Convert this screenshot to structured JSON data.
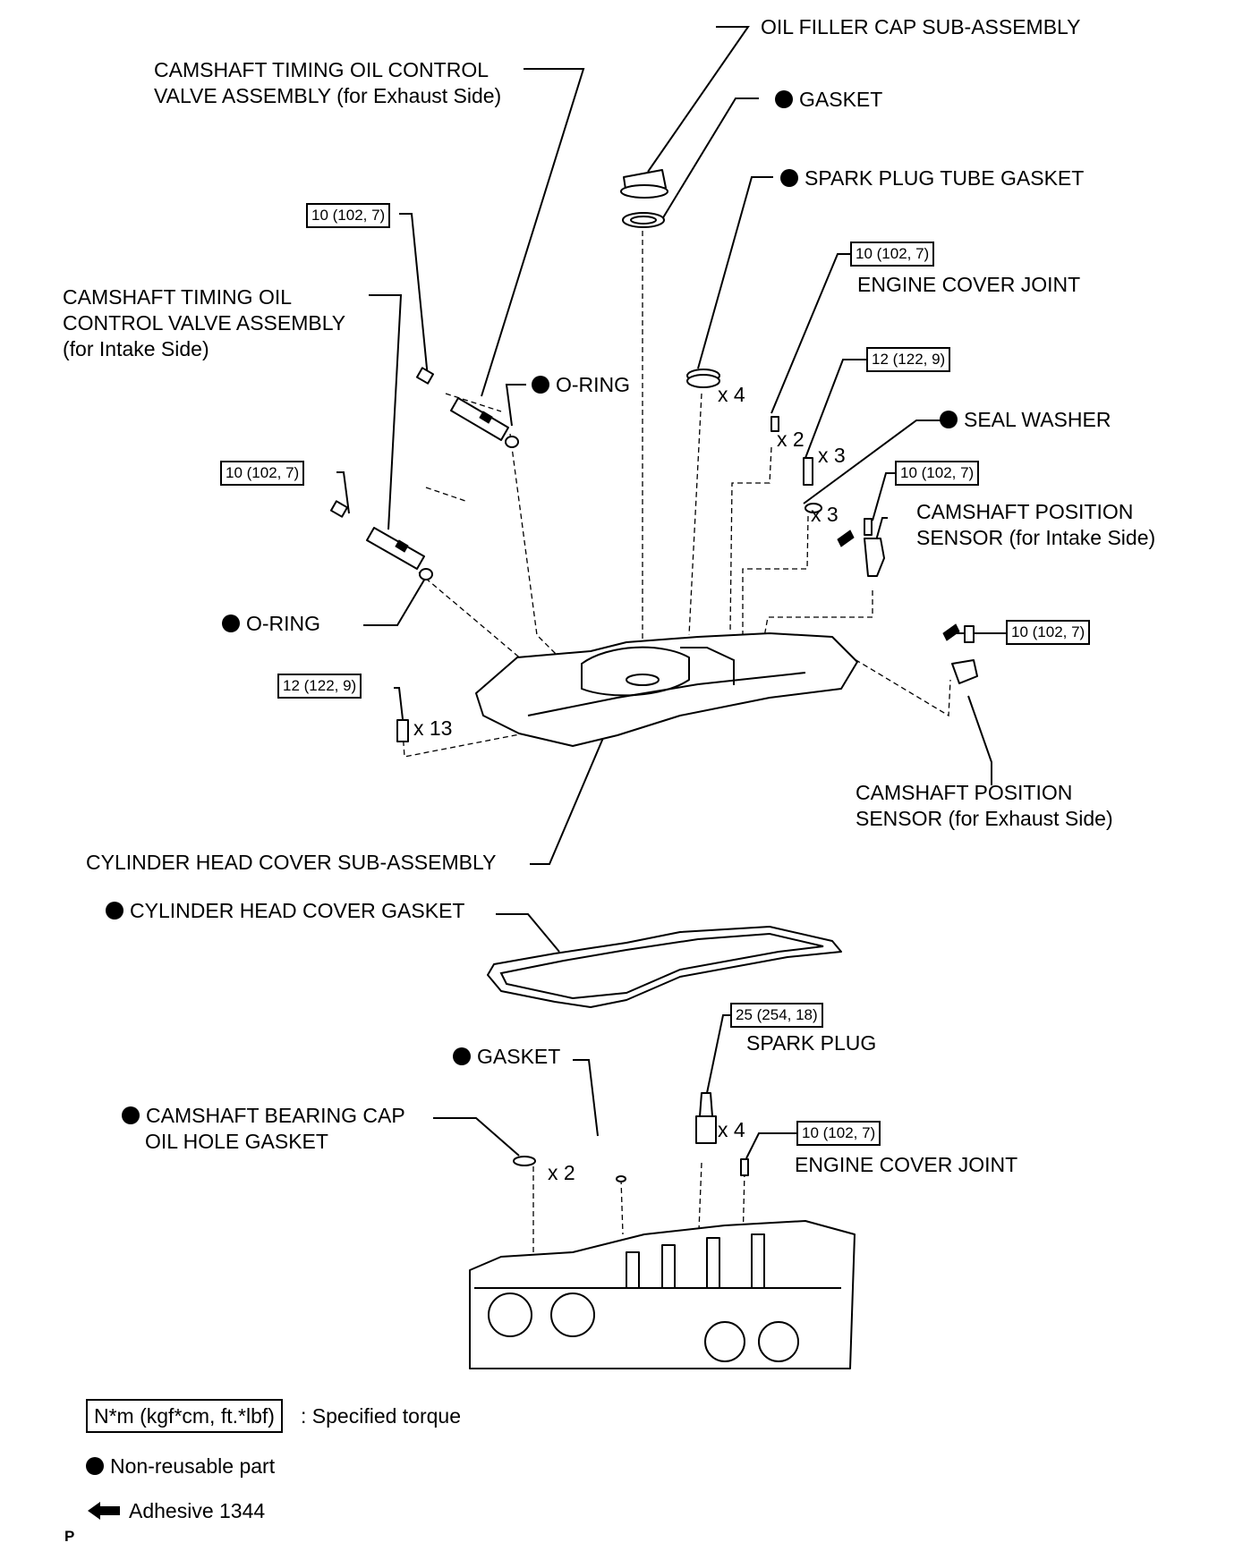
{
  "labels": {
    "oil_filler_cap": "OIL FILLER CAP SUB-ASSEMBLY",
    "gasket_top": "GASKET",
    "spark_plug_tube_gasket": "SPARK PLUG TUBE GASKET",
    "ocv_exhaust_1": "CAMSHAFT TIMING OIL CONTROL",
    "ocv_exhaust_2": "VALVE ASSEMBLY (for Exhaust Side)",
    "engine_cover_joint_top": "ENGINE COVER JOINT",
    "ocv_intake": "CAMSHAFT TIMING OIL\nCONTROL VALVE ASSEMBLY\n(for Intake Side)",
    "o_ring_upper": "O-RING",
    "seal_washer": "SEAL WASHER",
    "cps_intake_1": "CAMSHAFT POSITION",
    "cps_intake_2": "SENSOR (for Intake Side)",
    "o_ring_lower": "O-RING",
    "cps_exhaust_1": "CAMSHAFT POSITION",
    "cps_exhaust_2": "SENSOR (for Exhaust Side)",
    "cylinder_head_cover": "CYLINDER HEAD COVER SUB-ASSEMBLY",
    "cylinder_head_cover_gasket": "CYLINDER HEAD COVER GASKET",
    "spark_plug": "SPARK PLUG",
    "gasket_bottom": "GASKET",
    "bearing_cap_gasket_1": "CAMSHAFT BEARING CAP",
    "bearing_cap_gasket_2": "OIL HOLE GASKET",
    "engine_cover_joint_bottom": "ENGINE COVER JOINT"
  },
  "torques": {
    "ocv_exhaust_bolt": "10 (102, 7)",
    "ocv_intake_bolt": "10 (102, 7)",
    "engine_cover_joint_top": "10 (102, 7)",
    "stud_bolt": "12 (122, 9)",
    "cps_intake_bolt": "10 (102, 7)",
    "cps_exhaust_bolt": "10 (102, 7)",
    "head_cover_bolt": "12 (122, 9)",
    "spark_plug": "25 (254, 18)",
    "engine_cover_joint_bottom": "10 (102, 7)"
  },
  "quantities": {
    "spark_plug_tube_gasket": "x 4",
    "engine_cover_joint_top": "x 2",
    "stud_bolt": "x 3",
    "seal_washer": "x 3",
    "head_cover_bolt": "x 13",
    "spark_plug": "x 4",
    "bearing_cap_gasket": "x 2"
  },
  "legend": {
    "torque_box": "N*m (kgf*cm, ft.*lbf)",
    "torque_text": ": Specified torque",
    "non_reusable": "Non-reusable part",
    "adhesive": "Adhesive 1344"
  },
  "corner_mark": "P"
}
